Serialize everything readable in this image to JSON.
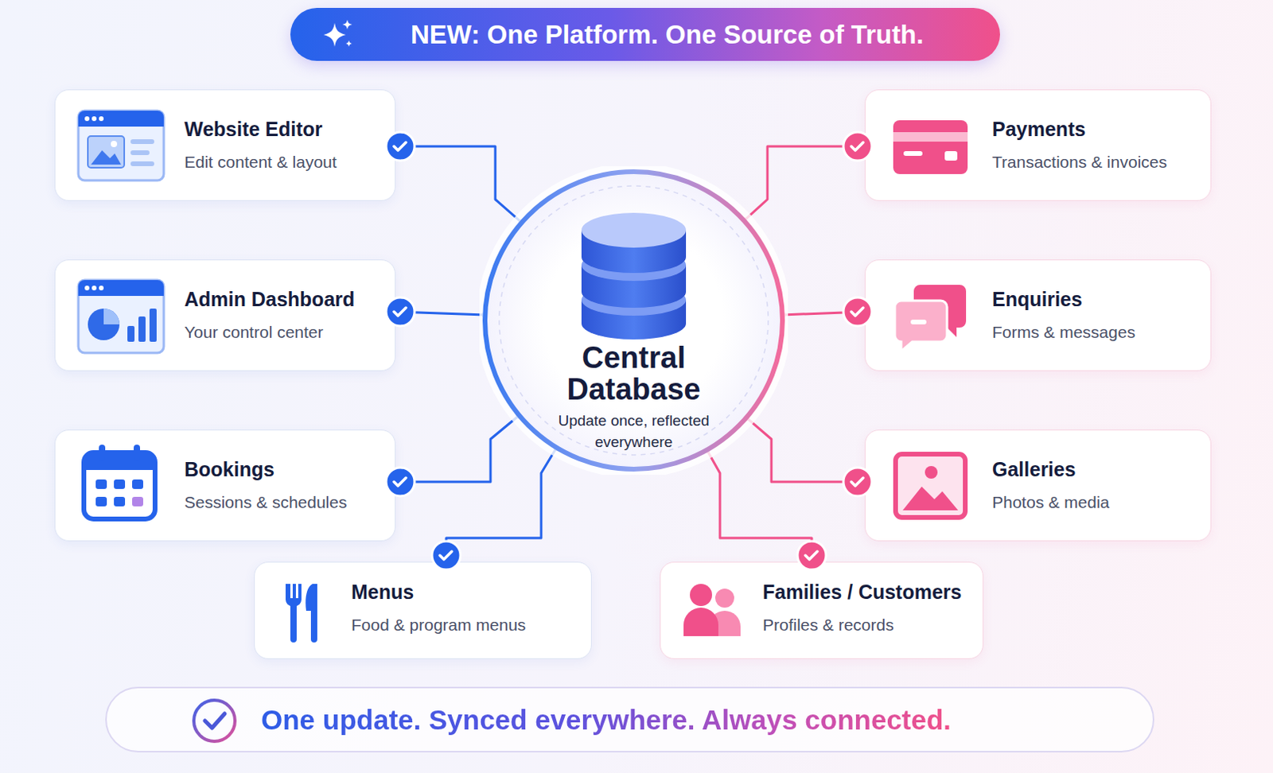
{
  "diagram": {
    "title": "NEW: One Platform. One Source of Truth.",
    "caption": "One update. Synced everywhere. Always connected.",
    "nodes": [
      {
        "text": [
          "Website Editor",
          "Edit content & layout"
        ]
      },
      {
        "text": [
          "Admin Dashboard",
          "Your control center"
        ]
      },
      {
        "text": [
          "Bookings",
          "Sessions & schedules"
        ]
      },
      {
        "text": [
          "Central Database",
          "Update once, reflected everywhere"
        ]
      },
      {
        "text": [
          "Payments",
          "Transactions & invoices"
        ]
      },
      {
        "text": [
          "Enquiries",
          "Forms & messages"
        ]
      },
      {
        "text": [
          "Galleries",
          "Photos & media"
        ]
      },
      {
        "text": [
          "Menus",
          "Food & program menus"
        ]
      },
      {
        "text": [
          "Families / Customers",
          "Profiles & records"
        ]
      }
    ],
    "edges": [
      {
        "from": 0,
        "to": 3,
        "arrow": "none"
      },
      {
        "from": 1,
        "to": 3,
        "arrow": "none"
      },
      {
        "from": 2,
        "to": 3,
        "arrow": "none"
      },
      {
        "from": 4,
        "to": 3,
        "arrow": "none"
      },
      {
        "from": 5,
        "to": 3,
        "arrow": "none"
      },
      {
        "from": 6,
        "to": 3,
        "arrow": "none"
      },
      {
        "from": 7,
        "to": 3,
        "arrow": "none"
      },
      {
        "from": 8,
        "to": 3,
        "arrow": "none"
      }
    ]
  }
}
